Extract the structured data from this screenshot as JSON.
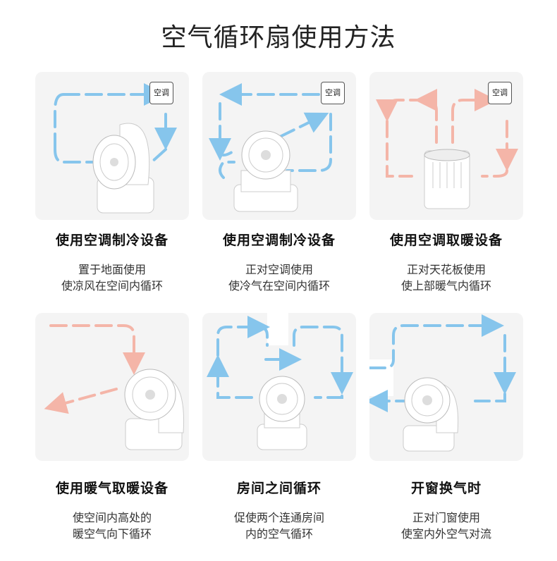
{
  "page": {
    "title": "空气循环扇使用方法"
  },
  "colors": {
    "cool_arrow": "#86c5ec",
    "warm_arrow": "#f4b5a8",
    "card_bg": "#f4f4f4",
    "fan_body": "#ffffff"
  },
  "cards": [
    {
      "heading": "使用空调制冷设备",
      "desc_line1": "置于地面使用",
      "desc_line2": "使凉风在空间内循环",
      "ac_label": "空调",
      "flow": "cool"
    },
    {
      "heading": "使用空调制冷设备",
      "desc_line1": "正对空调使用",
      "desc_line2": "使冷气在空间内循环",
      "ac_label": "空调",
      "flow": "cool"
    },
    {
      "heading": "使用空调取暖设备",
      "desc_line1": "正对天花板使用",
      "desc_line2": "使上部暖气内循环",
      "ac_label": "空调",
      "flow": "warm"
    },
    {
      "heading": "使用暖气取暖设备",
      "desc_line1": "使空间内高处的",
      "desc_line2": "暖空气向下循环",
      "flow": "warm"
    },
    {
      "heading": "房间之间循环",
      "desc_line1": "促使两个连通房间",
      "desc_line2": "内的空气循环",
      "flow": "cool"
    },
    {
      "heading": "开窗换气时",
      "desc_line1": "正对门窗使用",
      "desc_line2": "使室内外空气对流",
      "flow": "cool"
    }
  ]
}
